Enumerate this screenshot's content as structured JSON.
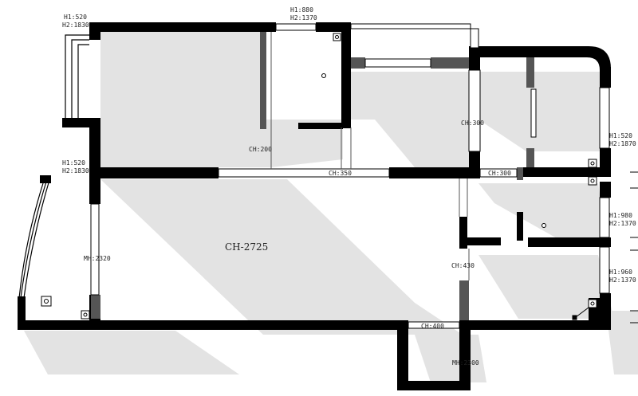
{
  "labels": {
    "win_tl": [
      "H1:520",
      "H2:1830"
    ],
    "win_top": [
      "H1:880",
      "H2:1370"
    ],
    "win_left": [
      "H1:520",
      "H2:1830"
    ],
    "win_r1": [
      "H1:520",
      "H2:1870"
    ],
    "win_r2": [
      "H1:980",
      "H2:1370"
    ],
    "win_r3": [
      "H1:960",
      "H2:1370"
    ],
    "ch_200": "CH:200",
    "ch_350": "CH:350",
    "ch_300_v": "CH:300",
    "ch_300_h": "CH:300",
    "ch_2725": "CH-2725",
    "mh_2320": "MH:2320",
    "ch_430": "CH:430",
    "ch_400": "CH:400",
    "mh_2300": "MH:2300"
  },
  "colors": {
    "wall": "#000000",
    "column": "#555555",
    "shadow": "#e2e2e2",
    "window": "#ffffff"
  }
}
